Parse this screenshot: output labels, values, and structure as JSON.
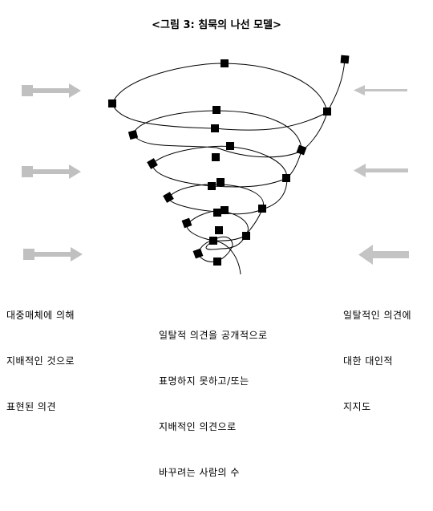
{
  "title": "<그림 3: 침묵의 나선 모델>",
  "left_caption": [
    "대중매체에 의해",
    "지배적인 것으로",
    "표현된 의견"
  ],
  "center_caption": [
    "일탈적 의견을 공개적으로",
    "표명하지 못하고/또는",
    "지배적인 의견으로",
    "바꾸려는 사람의 수"
  ],
  "right_caption": [
    "일탈적인 의견에",
    "대한 대인적",
    "지지도"
  ],
  "colors": {
    "arrow_left": "#c0c0c0",
    "arrow_right": "#c4c4c4",
    "spiral": "#000000",
    "marker": "#000000"
  }
}
